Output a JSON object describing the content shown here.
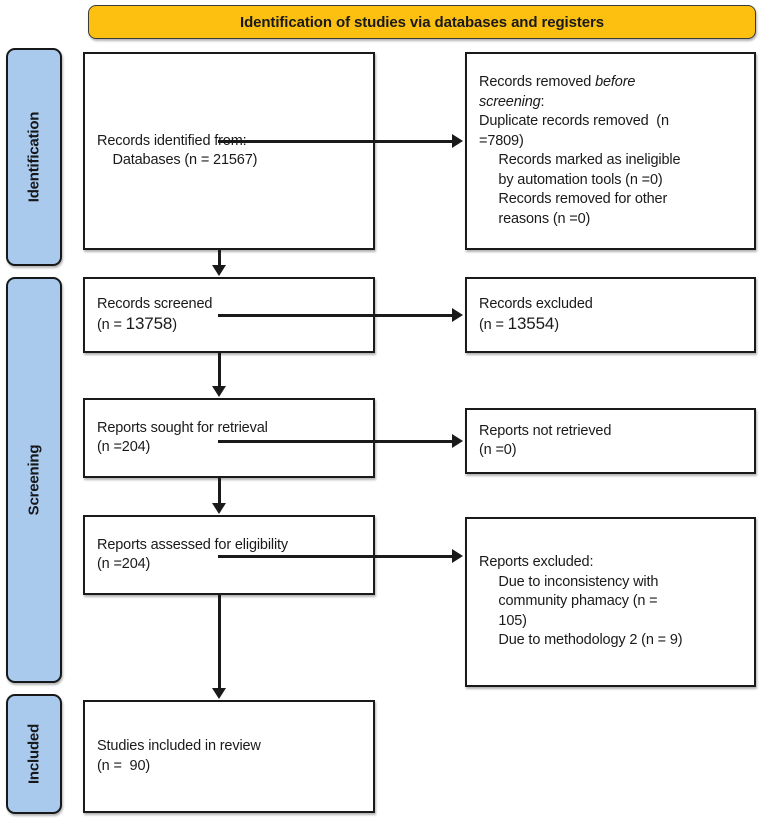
{
  "banner": {
    "title": "Identification of studies via databases and registers",
    "color": "#fdc011"
  },
  "phases": {
    "identification": "Identification",
    "screening": "Screening",
    "included": "Included",
    "color": "#a9c9ed"
  },
  "boxes": {
    "identified": {
      "line1": "Records identified from:",
      "line2": "    Databases (n = 21567)"
    },
    "removed": {
      "line1_a": "Records removed ",
      "line1_b": "before",
      "line2_a": "screening",
      "line2_b": ":",
      "line3": "Duplicate records removed  (n",
      "line4": "=7809)",
      "line5": "",
      "line6": "     Records marked as ineligible",
      "line7": "     by automation tools (n =0)",
      "line8": "     Records removed for other",
      "line9": "     reasons (n =0)"
    },
    "screened": {
      "line1": "Records screened",
      "line2_pre": "(n = ",
      "line2_num": "13758",
      "line2_post": ")"
    },
    "records_excluded": {
      "line1": "Records excluded",
      "line2_pre": "(n = ",
      "line2_num": "13554",
      "line2_post": ")"
    },
    "sought": {
      "line1": "Reports sought for retrieval",
      "line2": "(n =204)"
    },
    "not_retrieved": {
      "line1": "Reports not retrieved",
      "line2": "(n =0)"
    },
    "assessed": {
      "line1": "Reports assessed for eligibility",
      "line2": "(n =204)"
    },
    "reports_excluded": {
      "line1": "Reports excluded:",
      "line2": "     Due to inconsistency with",
      "line3": "     community phamacy (n =",
      "line4": "     105)",
      "line5": "     Due to methodology 2 (n = 9)"
    },
    "included": {
      "line1": "Studies included in review",
      "line2": "(n =  90)"
    }
  },
  "chart_data": {
    "type": "diagram",
    "title": "Identification of studies via databases and registers",
    "nodes": [
      {
        "id": "identified",
        "phase": "Identification",
        "label": "Records identified from: Databases",
        "n": 21567
      },
      {
        "id": "removed",
        "phase": "Identification",
        "label": "Records removed before screening: Duplicate records removed",
        "n": 7809
      },
      {
        "id": "removed_ineligible",
        "phase": "Identification",
        "label": "Records marked as ineligible by automation tools",
        "n": 0
      },
      {
        "id": "removed_other",
        "phase": "Identification",
        "label": "Records removed for other reasons",
        "n": 0
      },
      {
        "id": "screened",
        "phase": "Screening",
        "label": "Records screened",
        "n": 13758
      },
      {
        "id": "records_excluded",
        "phase": "Screening",
        "label": "Records excluded",
        "n": 13554
      },
      {
        "id": "sought",
        "phase": "Screening",
        "label": "Reports sought for retrieval",
        "n": 204
      },
      {
        "id": "not_retrieved",
        "phase": "Screening",
        "label": "Reports not retrieved",
        "n": 0
      },
      {
        "id": "assessed",
        "phase": "Screening",
        "label": "Reports assessed for eligibility",
        "n": 204
      },
      {
        "id": "excluded_inconsistency",
        "phase": "Screening",
        "label": "Due to inconsistency with community phamacy",
        "n": 105
      },
      {
        "id": "excluded_methodology",
        "phase": "Screening",
        "label": "Due to methodology 2",
        "n": 9
      },
      {
        "id": "included",
        "phase": "Included",
        "label": "Studies included in review",
        "n": 90
      }
    ],
    "edges": [
      {
        "from": "identified",
        "to": "removed"
      },
      {
        "from": "identified",
        "to": "screened"
      },
      {
        "from": "screened",
        "to": "records_excluded"
      },
      {
        "from": "screened",
        "to": "sought"
      },
      {
        "from": "sought",
        "to": "not_retrieved"
      },
      {
        "from": "sought",
        "to": "assessed"
      },
      {
        "from": "assessed",
        "to": "excluded_inconsistency"
      },
      {
        "from": "assessed",
        "to": "included"
      }
    ]
  }
}
